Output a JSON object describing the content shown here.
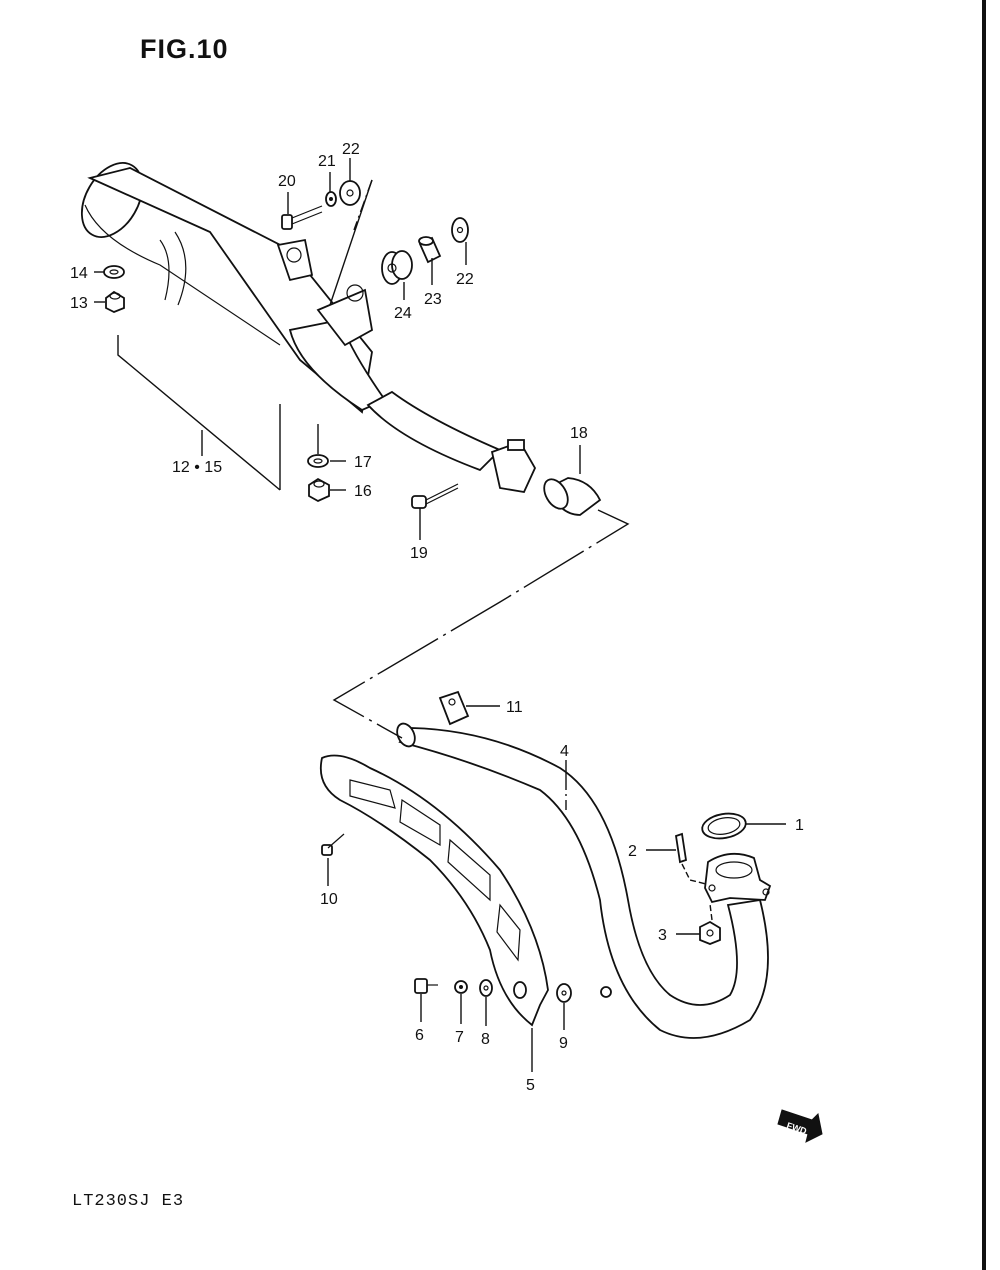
{
  "figure": {
    "title": "FIG.10"
  },
  "footer": {
    "model": "LT230SJ E3"
  },
  "fwd_badge": "FWD",
  "callouts": {
    "c1": "1",
    "c2": "2",
    "c3": "3",
    "c4": "4",
    "c5": "5",
    "c6": "6",
    "c7": "7",
    "c8": "8",
    "c9": "9",
    "c10": "10",
    "c11": "11",
    "c12_15": "12 • 15",
    "c13": "13",
    "c14": "14",
    "c16": "16",
    "c17": "17",
    "c18": "18",
    "c19": "19",
    "c20": "20",
    "c21": "21",
    "c22a": "22",
    "c22b": "22",
    "c23": "23",
    "c24": "24"
  }
}
